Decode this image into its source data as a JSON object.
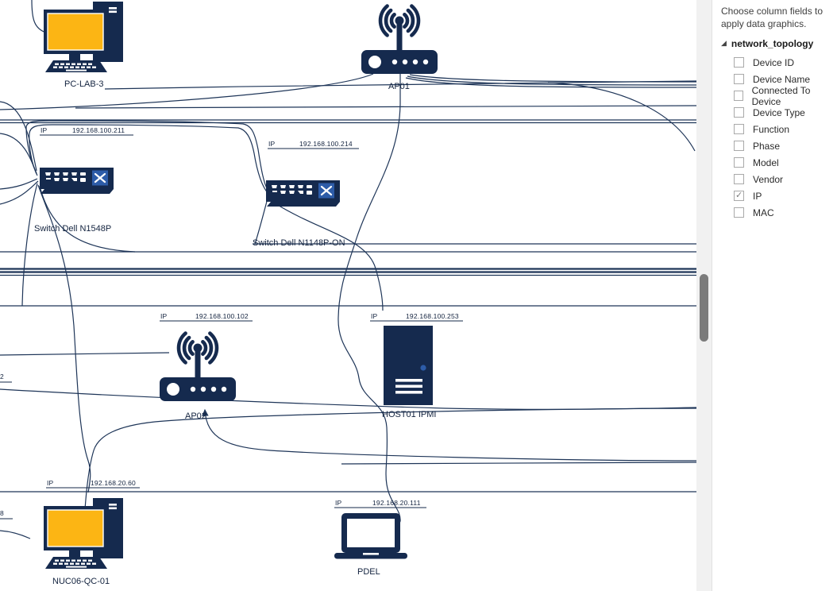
{
  "app": {
    "view": "network-topology-diagram"
  },
  "sidebar": {
    "hint": "Choose column fields to apply data graphics.",
    "tree": {
      "name": "network_topology",
      "expanded": true
    },
    "fields": [
      {
        "label": "Device ID",
        "checked": false
      },
      {
        "label": "Device Name",
        "checked": false
      },
      {
        "label": "Connected To Device",
        "checked": false
      },
      {
        "label": "Device Type",
        "checked": false
      },
      {
        "label": "Function",
        "checked": false
      },
      {
        "label": "Phase",
        "checked": false
      },
      {
        "label": "Model",
        "checked": false
      },
      {
        "label": "Vendor",
        "checked": false
      },
      {
        "label": "IP",
        "checked": true
      },
      {
        "label": "MAC",
        "checked": false
      }
    ]
  },
  "diagram": {
    "ip_label_prefix": "IP",
    "devices": [
      {
        "label": "PC-LAB-3",
        "type": "desktop-pc"
      },
      {
        "label": "AP01",
        "type": "wireless-ap"
      },
      {
        "label": "Switch Dell N1548P",
        "type": "switch",
        "ip": "192.168.100.211"
      },
      {
        "label": "Switch Dell N1148P-ON",
        "type": "switch",
        "ip": "192.168.100.214"
      },
      {
        "label": "AP02",
        "type": "wireless-ap",
        "ip": "192.168.100.102"
      },
      {
        "label": "HOST01 IPMI",
        "type": "server",
        "ip": "192.168.100.253"
      },
      {
        "label": "NUC06-QC-01",
        "type": "desktop-pc",
        "ip": "192.168.20.60"
      },
      {
        "label": "PDEL",
        "type": "laptop",
        "ip": "192.168.20.111"
      }
    ],
    "truncated_edge_labels": [
      {
        "text": "2"
      },
      {
        "text": "8"
      }
    ],
    "colors": {
      "connector": "#1e3558",
      "device_fill": "#152a4e",
      "screen_yellow": "#fcb514",
      "switch_accent": "#2d5ca8"
    }
  }
}
